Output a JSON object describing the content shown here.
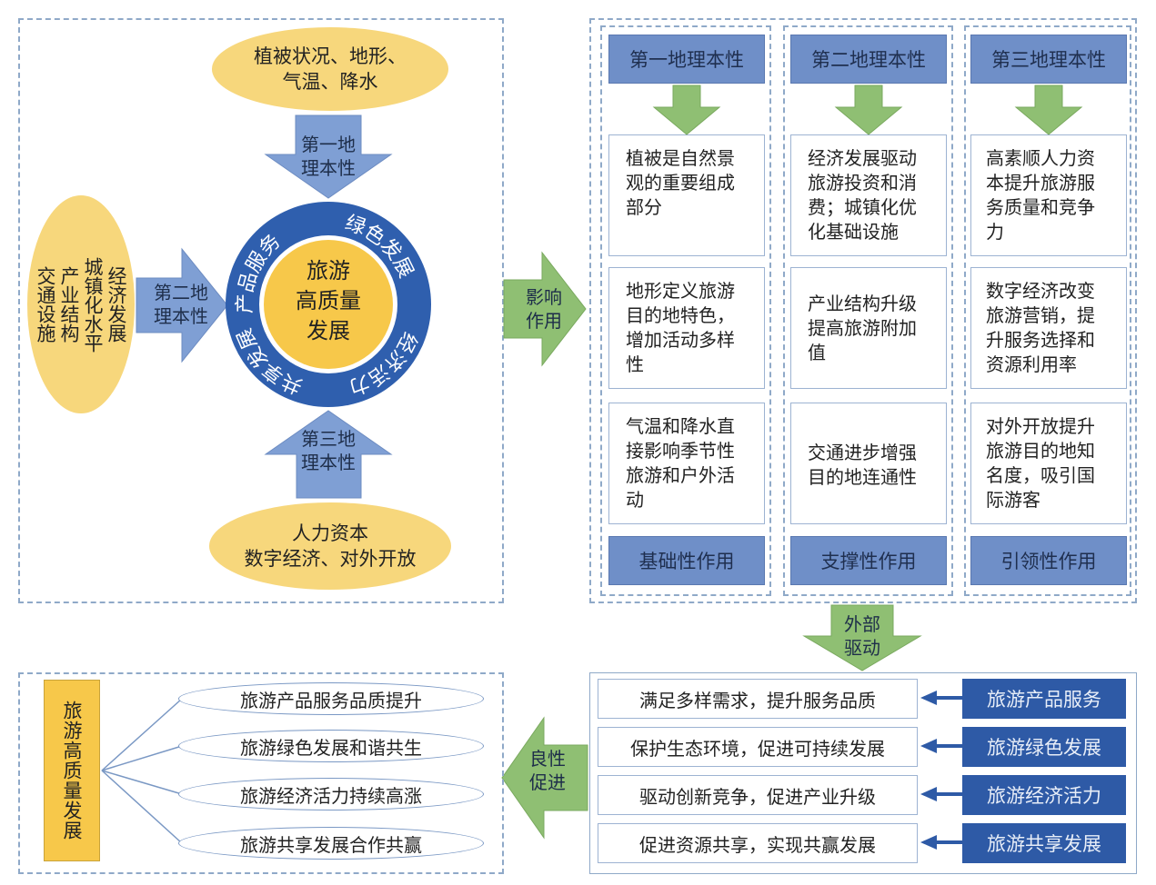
{
  "left_panel": {
    "top_ellipse": [
      "植被状况、地形、",
      "气温、降水"
    ],
    "left_ellipse_cols": [
      "经济发展",
      "城镇化水平",
      "产业结构",
      "交通设施"
    ],
    "bottom_ellipse": [
      "人力资本",
      "数字经济、对外开放"
    ],
    "arrow_top": [
      "第一地",
      "理本性"
    ],
    "arrow_left": [
      "第二地",
      "理本性"
    ],
    "arrow_bottom": [
      "第三地",
      "理本性"
    ],
    "center_text": [
      "旅游",
      "高质量",
      "发展"
    ],
    "ring_labels": {
      "top_left": "产品服务",
      "top_right": "绿色发展",
      "bottom_right": "经济活力",
      "bottom_left": "共享发展"
    }
  },
  "influence_arrow": [
    "影响",
    "作用"
  ],
  "right_panel": {
    "columns": [
      {
        "header": "第一地理本性",
        "cells": [
          "植被是自然景观的重要组成部分",
          "地形定义旅游目的地特色，增加活动多样性",
          "气温和降水直接影响季节性旅游和户外活动"
        ],
        "cell_lines": [
          [
            "植被是自然景",
            "观的重要组成",
            "部分"
          ],
          [
            "地形定义旅游",
            "目的地特色，",
            "增加活动多样",
            "性"
          ],
          [
            "气温和降水直",
            "接影响季节性",
            "旅游和户外活",
            "动"
          ]
        ],
        "footer": "基础性作用"
      },
      {
        "header": "第二地理本性",
        "cells": [
          "经济发展驱动旅游投资和消费；城镇化优化基础设施",
          "产业结构升级提高旅游附加值",
          "交通进步增强目的地连通性"
        ],
        "cell_lines": [
          [
            "经济发展驱动",
            "旅游投资和消",
            "费；城镇化优",
            "化基础设施"
          ],
          [
            "产业结构升级",
            "提高旅游附加",
            "值"
          ],
          [
            "交通进步增强",
            "目的地连通性"
          ]
        ],
        "footer": "支撑性作用"
      },
      {
        "header": "第三地理本性",
        "cells": [
          "高素顺人力资本提升旅游服务质量和竞争力",
          "数字经济改变旅游营销，提升服务选择和资源利用率",
          "对外开放提升旅游目的地知名度，吸引国际游客"
        ],
        "cell_lines": [
          [
            "高素顺人力资",
            "本提升旅游服",
            "务质量和竞争",
            "力"
          ],
          [
            "数字经济改变",
            "旅游营销，提",
            "升服务选择和",
            "资源利用率"
          ],
          [
            "对外开放提升",
            "旅游目的地知",
            "名度，吸引国",
            "际游客"
          ]
        ],
        "footer": "引领性作用"
      }
    ]
  },
  "external_arrow": [
    "外部",
    "驱动"
  ],
  "bottom_right": {
    "rows": [
      {
        "effect": "满足多样需求，提升服务品质",
        "driver": "旅游产品服务"
      },
      {
        "effect": "保护生态环境，促进可持续发展",
        "driver": "旅游绿色发展"
      },
      {
        "effect": "驱动创新竞争，促进产业升级",
        "driver": "旅游经济活力"
      },
      {
        "effect": "促进资源共享，实现共赢发展",
        "driver": "旅游共享发展"
      }
    ]
  },
  "positive_arrow": [
    "良性",
    "促进"
  ],
  "bottom_left": {
    "vertical_label": "旅游高质量发展",
    "outcomes": [
      "旅游产品服务品质提升",
      "旅游绿色发展和谐共生",
      "旅游经济活力持续高涨",
      "旅游共享发展合作共赢"
    ]
  },
  "colors": {
    "ellipse": "#f7d77c",
    "blue_arrow": "#7f9fd4",
    "green_arrow": "#8fbf73",
    "header": "#6f8fc8",
    "dark_blue": "#2e5aa6",
    "ring": "#2f5fae",
    "center": "#f7c84a"
  }
}
